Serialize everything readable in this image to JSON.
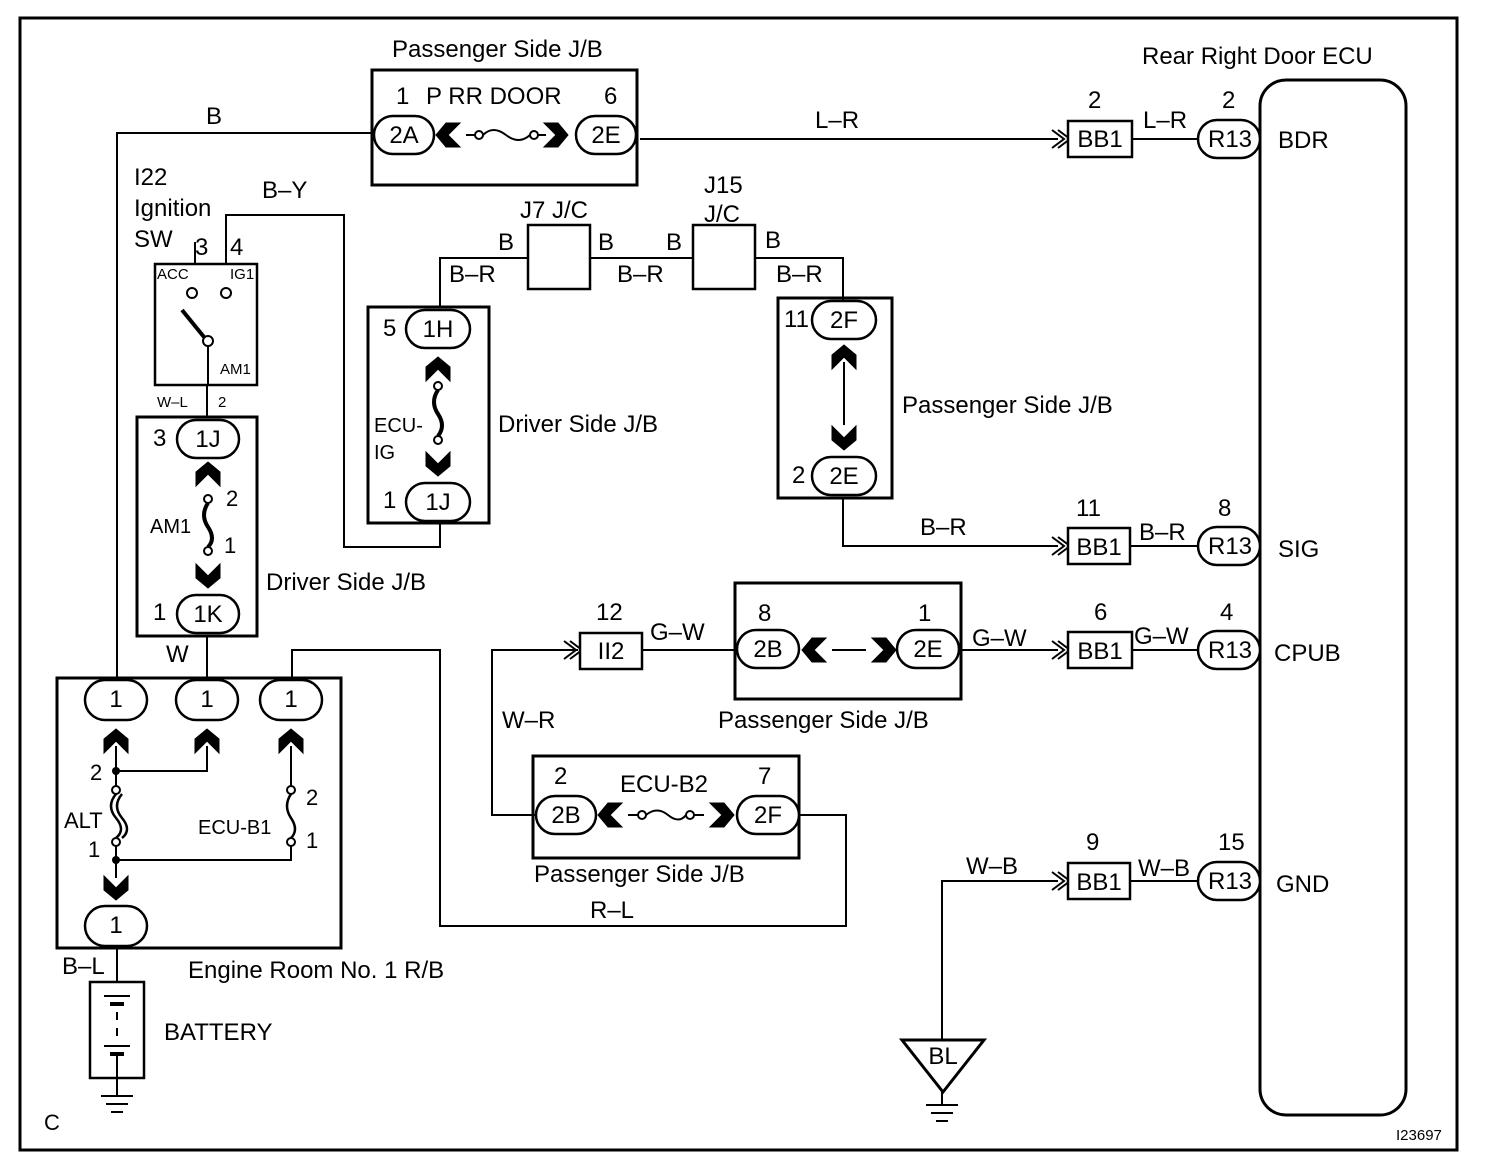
{
  "diagram_id": "I23697",
  "page_letter": "C",
  "components": {
    "passenger_jb_top": {
      "title": "Passenger Side J/B",
      "fuse": "P RR DOOR",
      "pin_left": "1",
      "pin_right": "6",
      "conn_left": "2A",
      "conn_right": "2E"
    },
    "ecu": {
      "title": "Rear Right Door ECU",
      "terminals": [
        "BDR",
        "SIG",
        "CPUB",
        "GND"
      ]
    },
    "ignition_switch": {
      "label_line1": "I22",
      "label_line2": "Ignition",
      "label_line3": "SW",
      "pin_acc": "3",
      "pin_ig1": "4",
      "pos_acc": "ACC",
      "pos_ig1": "IG1",
      "pos_am1": "AM1",
      "pin_am1": "2"
    },
    "j7": {
      "label": "J7 J/C"
    },
    "j15": {
      "label_line1": "J15",
      "label_line2": "J/C"
    },
    "driver_jb_ecu_ig": {
      "title": "Driver Side J/B",
      "fuse_line1": "ECU-",
      "fuse_line2": "IG",
      "pin_top": "5",
      "conn_top": "1H",
      "pin_bottom": "1",
      "conn_bottom": "1J"
    },
    "driver_jb_am1": {
      "title": "Driver Side J/B",
      "fuse": "AM1",
      "pin_top": "3",
      "conn_top": "1J",
      "pin_bottom": "1",
      "conn_bottom": "1K",
      "fuse_pin_top": "2",
      "fuse_pin_bottom": "1"
    },
    "passenger_jb_right": {
      "title": "Passenger Side J/B",
      "pin_top": "11",
      "conn_top": "2F",
      "pin_bottom": "2",
      "conn_bottom": "2E"
    },
    "passenger_jb_mid": {
      "title": "Passenger Side J/B",
      "pin_left": "8",
      "conn_left": "2B",
      "pin_right": "1",
      "conn_right": "2E"
    },
    "passenger_jb_ecu_b2": {
      "title": "Passenger Side J/B",
      "fuse": "ECU-B2",
      "pin_left": "2",
      "conn_left": "2B",
      "pin_right": "7",
      "conn_right": "2F"
    },
    "engine_room_rb": {
      "title": "Engine Room No. 1 R/B",
      "conn": "1",
      "fuse_alt": "ALT",
      "fuse_ecu_b1": "ECU-B1",
      "pin_2": "2",
      "pin_1": "1"
    },
    "battery": {
      "label": "BATTERY"
    },
    "ground_bl": {
      "label": "BL"
    },
    "ii2": {
      "label": "II2",
      "pin": "12"
    }
  },
  "bb1": [
    {
      "label": "BB1",
      "pin": "2"
    },
    {
      "label": "BB1",
      "pin": "11"
    },
    {
      "label": "BB1",
      "pin": "6"
    },
    {
      "label": "BB1",
      "pin": "9"
    }
  ],
  "r13": [
    {
      "label": "R13",
      "pin": "2"
    },
    {
      "label": "R13",
      "pin": "8"
    },
    {
      "label": "R13",
      "pin": "4"
    },
    {
      "label": "R13",
      "pin": "15"
    }
  ],
  "wire_labels": {
    "b_top": "B",
    "b_y": "B–Y",
    "l_r_main": "L–R",
    "l_r_ecu": "L–R",
    "b_j7_left": "B",
    "b_j7_right": "B",
    "b_j15_left": "B",
    "b_j15_right": "B",
    "b_r_1": "B–R",
    "b_r_2": "B–R",
    "b_r_3": "B–R",
    "b_r_sig": "B–R",
    "b_r_ecu": "B–R",
    "w_l": "W–L",
    "w": "W",
    "w_r": "W–R",
    "g_w_1": "G–W",
    "g_w_2": "G–W",
    "g_w_3": "G–W",
    "r_l": "R–L",
    "w_b_1": "W–B",
    "w_b_2": "W–B",
    "b_l": "B–L"
  }
}
